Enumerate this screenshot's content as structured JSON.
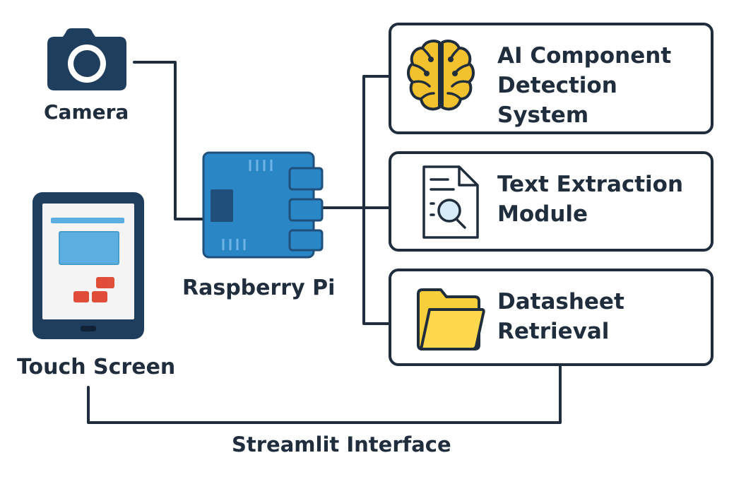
{
  "nodes": {
    "camera": {
      "label": "Camera",
      "icon": "camera-icon"
    },
    "touch_screen": {
      "label": "Touch Screen",
      "icon": "tablet-icon"
    },
    "raspberry_pi": {
      "label": "Raspberry Pi",
      "icon": "circuit-board-icon"
    },
    "modules": [
      {
        "title": "AI Component\nDetection\nSystem",
        "icon": "brain-icon"
      },
      {
        "title": "Text Extraction\nModule",
        "icon": "document-search-icon"
      },
      {
        "title": "Datasheet\nRetrieval",
        "icon": "folder-icon"
      }
    ]
  },
  "connection_label": "Streamlit Interface",
  "colors": {
    "dark": "#1f2d3d",
    "pi_blue": "#2b86c5",
    "brain_yellow": "#f2c12e",
    "folder_yellow": "#f7cf3a",
    "screen_blue": "#5aafe0",
    "screen_red": "#e04e3a"
  }
}
